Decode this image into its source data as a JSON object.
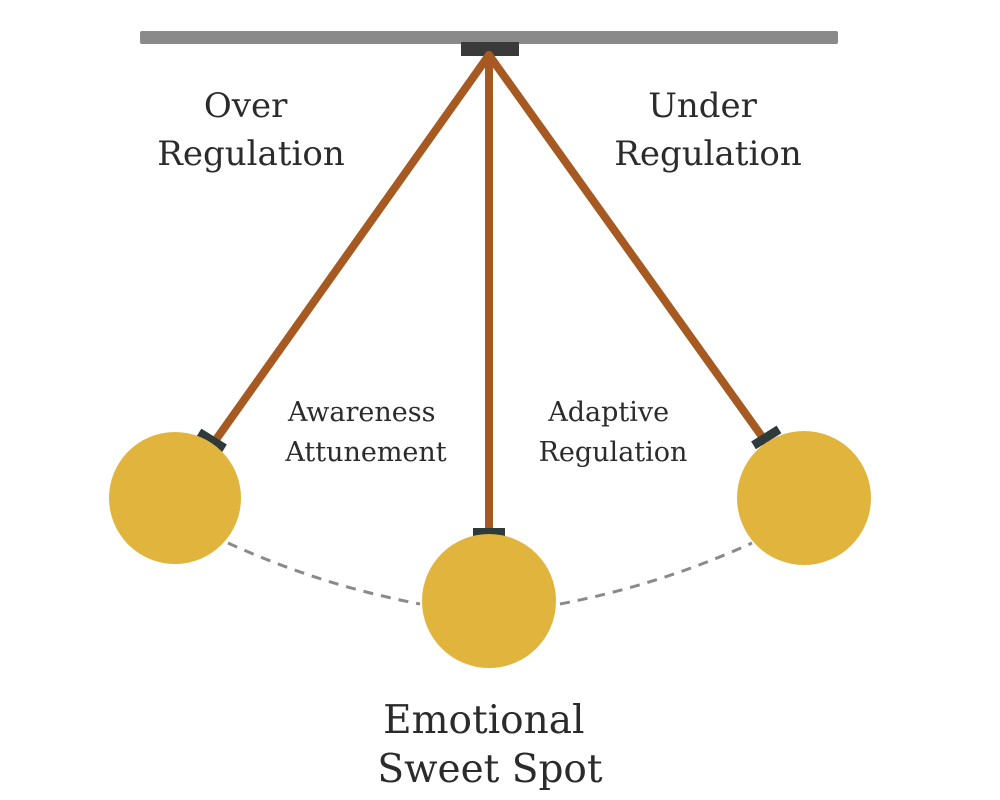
{
  "diagram": {
    "labels": {
      "over_regulation": [
        "Over",
        "Regulation"
      ],
      "under_regulation": [
        "Under",
        "Regulation"
      ],
      "awareness_attunement": [
        "Awareness",
        "Attunement"
      ],
      "adaptive_regulation": [
        "Adaptive",
        "Regulation"
      ],
      "emotional_sweet_spot": [
        "Emotional",
        "Sweet Spot"
      ]
    },
    "colors": {
      "ceiling_bar": "#8a8a8a",
      "rod": "#a65a22",
      "bob": "#e0b43d",
      "bob_cap": "#2f3a3a",
      "arc": "#8a8a8a",
      "text": "#2b2b2b"
    }
  }
}
